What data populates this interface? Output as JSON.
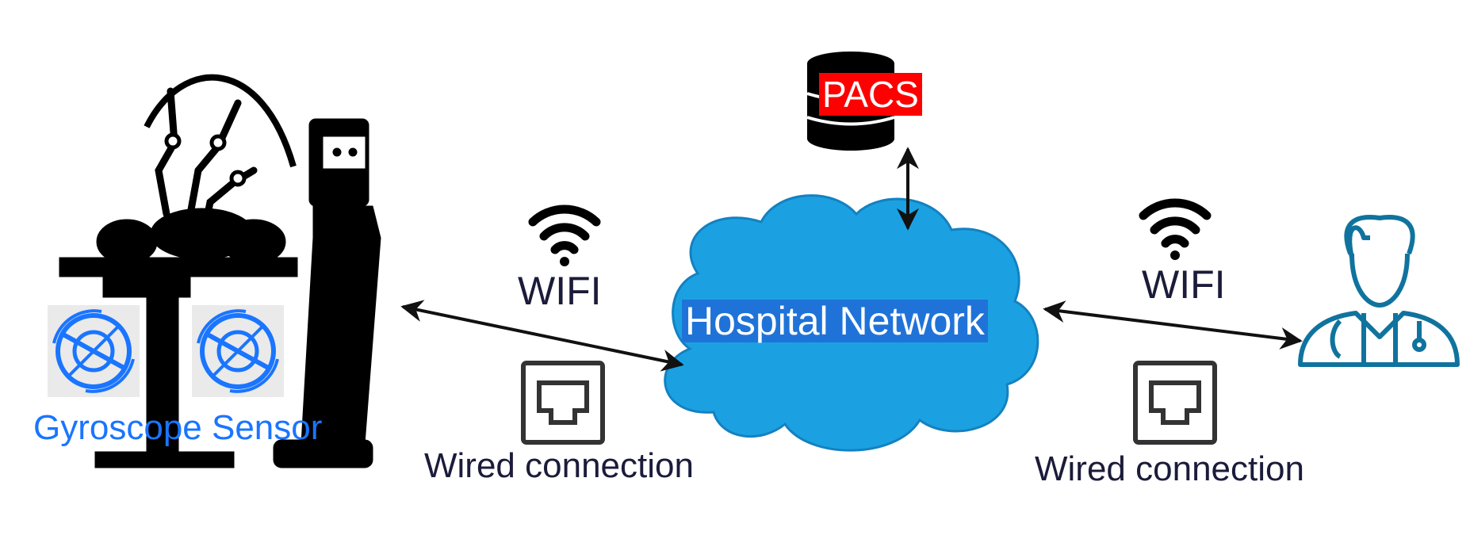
{
  "pacs": {
    "label": "PACS",
    "label_bg": "#ff0000",
    "icon": "database-icon"
  },
  "network": {
    "label": "Hospital Network",
    "cloud_color": "#1ba1e2",
    "label_bg": "#1f73d8"
  },
  "left_link": {
    "wifi_label": "WIFI",
    "wired_label": "Wired connection"
  },
  "right_link": {
    "wifi_label": "WIFI",
    "wired_label": "Wired connection"
  },
  "robot": {
    "icon": "surgical-robot-icon",
    "sensor_label": "Gyroscope Sensor",
    "sensor_color": "#1a75ff",
    "sensor_icon": "gyroscope-icon"
  },
  "doctor": {
    "icon": "doctor-icon",
    "color": "#10739e"
  }
}
